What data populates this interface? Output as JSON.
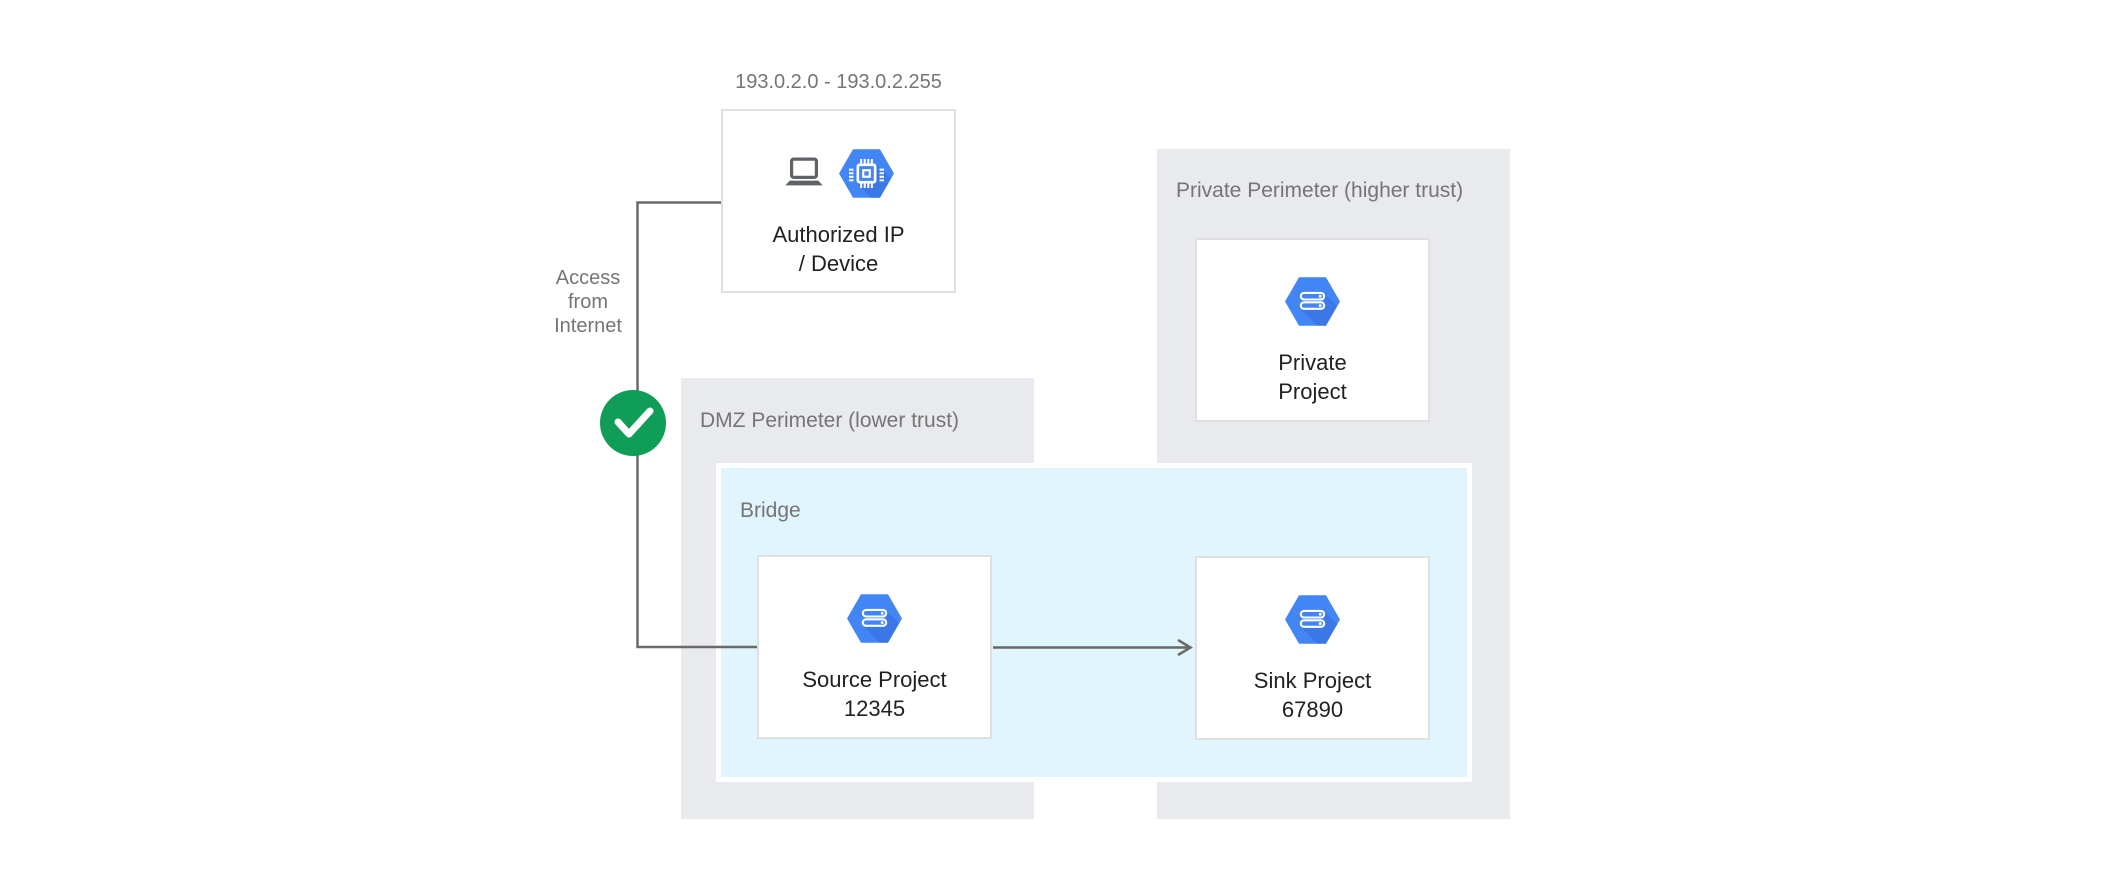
{
  "labels": {
    "ip_range": "193.0.2.0 - 193.0.2.255",
    "access_lines": [
      "Access",
      "from",
      "Internet"
    ]
  },
  "perimeters": {
    "dmz": {
      "label": "DMZ Perimeter (lower trust)"
    },
    "private": {
      "label": "Private Perimeter (higher trust)"
    },
    "bridge": {
      "label": "Bridge"
    }
  },
  "nodes": {
    "authorized": {
      "line1": "Authorized IP",
      "line2": "/ Device",
      "icons": [
        "laptop-icon",
        "compute-engine-icon"
      ]
    },
    "private_project": {
      "line1": "Private",
      "line2": "Project",
      "icon": "project-icon"
    },
    "source_project": {
      "line1": "Source Project",
      "line2": "12345",
      "icon": "project-icon"
    },
    "sink_project": {
      "line1": "Sink Project",
      "line2": "67890",
      "icon": "project-icon"
    }
  },
  "connectors": {
    "internet_path": "authorized-device to source-project",
    "bridge_arrow": "source-project to sink-project",
    "status_icon": "check-icon"
  },
  "palette": {
    "background": "#ffffff",
    "perimeter_fill": "#e8eaed",
    "bridge_fill": "#e1f5fe",
    "bridge_border": "#ffffff",
    "node_fill": "#ffffff",
    "node_border": "#e0e0e0",
    "hexagon_blue": "#4285f4",
    "hexagon_shadow": "#3367d6",
    "check_green": "#0f9d58",
    "connector_gray": "#696969",
    "muted_text": "#757575",
    "dark_text": "#212121",
    "laptop_gray": "#5f6368"
  }
}
